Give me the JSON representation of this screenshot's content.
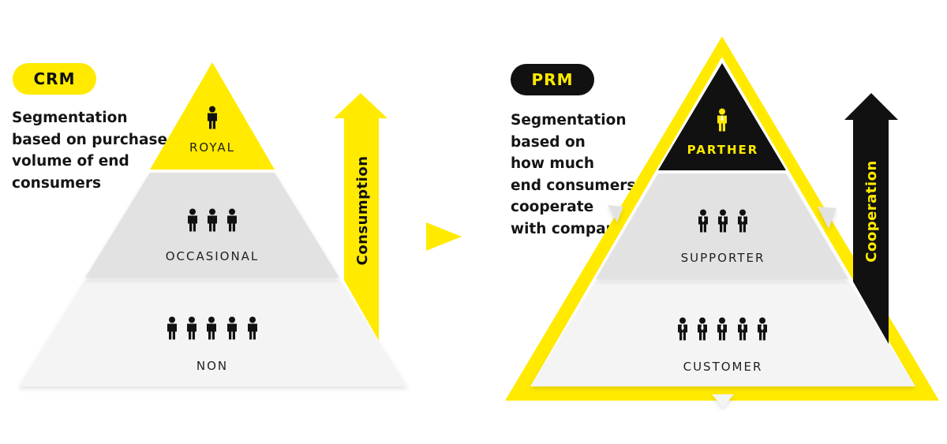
{
  "crm": {
    "badge": "CRM",
    "description": [
      "Segmentation",
      "based on purchase",
      "volume of end",
      "consumers"
    ],
    "tiers": [
      {
        "label": "ROYAL",
        "people": 1
      },
      {
        "label": "OCCASIONAL",
        "people": 3
      },
      {
        "label": "NON",
        "people": 5
      }
    ],
    "arrow_label": "Consumption"
  },
  "prm": {
    "badge": "PRM",
    "description": [
      "Segmentation",
      "based on",
      "how much",
      "end consumers",
      "cooperate",
      "with company"
    ],
    "tiers": [
      {
        "label": "PARTHER",
        "people": 1
      },
      {
        "label": "SUPPORTER",
        "people": 3
      },
      {
        "label": "CUSTOMER",
        "people": 5
      }
    ],
    "arrow_label": "Cooperation"
  },
  "colors": {
    "accent": "#ffea00",
    "dark": "#111111",
    "tier_top": "#ffea00",
    "tier_mid": "#e2e2e2",
    "tier_base": "#f4f4f4"
  },
  "icons": {
    "person": "person-icon",
    "person_suit": "person-suit-icon",
    "transition": "play-triangle-icon"
  }
}
